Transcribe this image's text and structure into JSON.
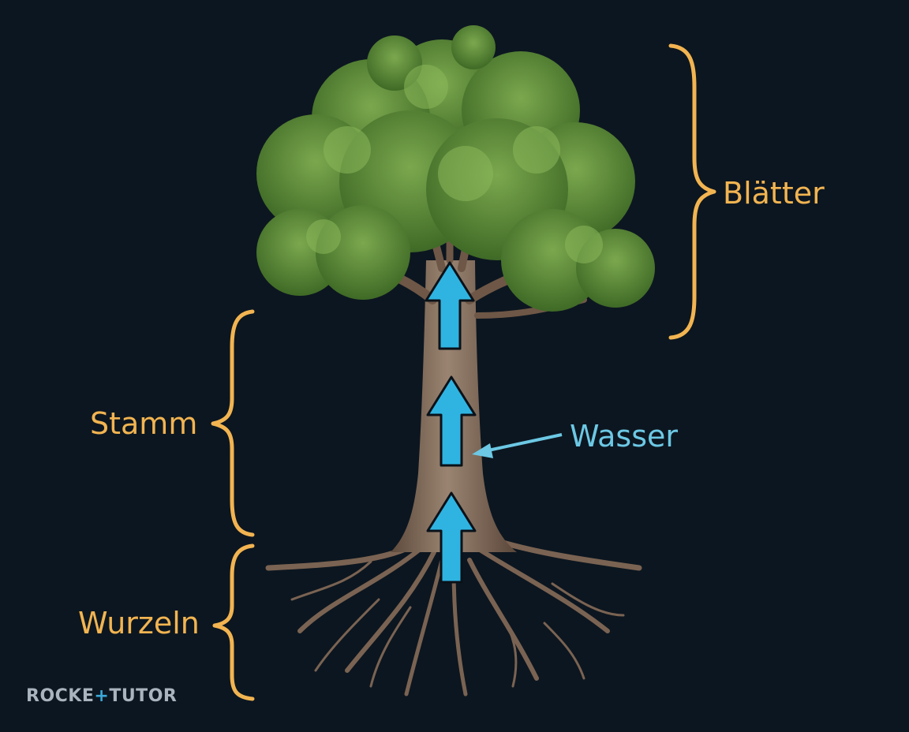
{
  "labels": {
    "leaves": "Blätter",
    "trunk": "Stamm",
    "roots": "Wurzeln",
    "water": "Wasser"
  },
  "logo": {
    "part1": "ROCKE",
    "plus": "+",
    "part2": "TUTOR"
  },
  "colors": {
    "background": "#0c1620",
    "label": "#f2b451",
    "water": "#6cc8e4",
    "arrow_fill": "#2fb4e2",
    "foliage": "#5f8d3a",
    "bark": "#8a7462"
  },
  "flow_arrows": 3
}
